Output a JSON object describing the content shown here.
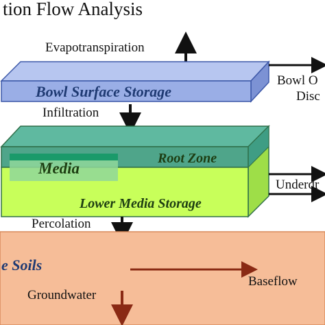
{
  "title": "tion Flow Analysis",
  "labels": {
    "evapotranspiration": "Evapotranspiration",
    "bowl_surface_storage": "Bowl Surface Storage",
    "bowl_overflow_line1": "Bowl O",
    "bowl_overflow_line2": "Disc",
    "infiltration": "Infiltration",
    "media": "Media",
    "root_zone": "Root Zone",
    "lower_media_storage": "Lower Media Storage",
    "underdrain": "Underdr",
    "percolation": "Percolation",
    "soils": "e Soils",
    "baseflow": "Baseflow",
    "groundwater": "Groundwater"
  },
  "colors": {
    "bowl_fill": "#9aaee6",
    "bowl_top": "#b7c6f0",
    "root_zone": "#4fa58a",
    "media_fill": "#c8ff5a",
    "media_band": "#1a9a6a",
    "soil_fill": "#f6bd98",
    "arrow": "#111111",
    "baseflow_arrow": "#8a2a14"
  }
}
